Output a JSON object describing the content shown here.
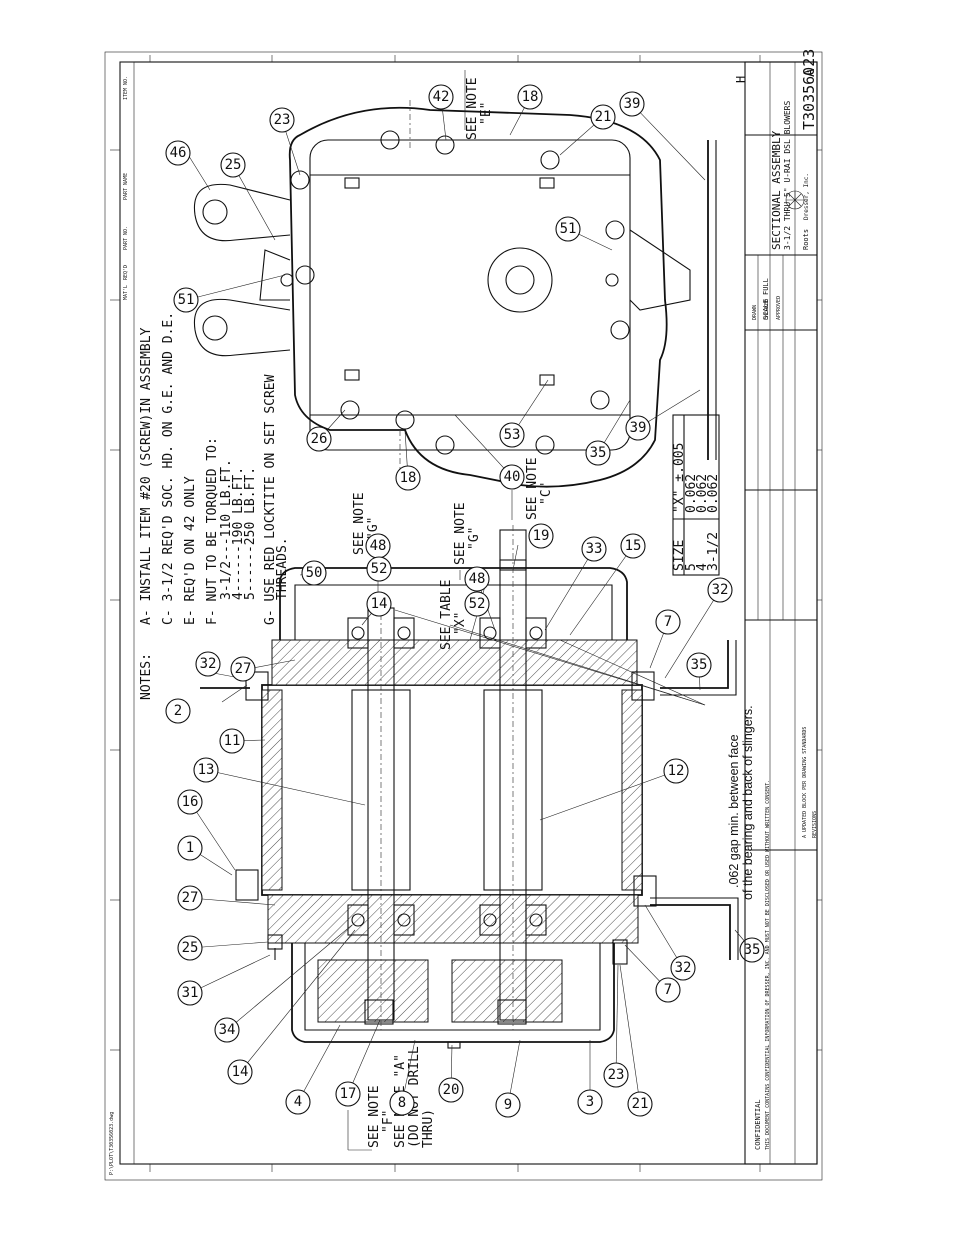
{
  "notes": {
    "heading": "NOTES:",
    "lines": [
      "A- INSTALL ITEM #20 (SCREW)IN ASSEMBLY",
      "C- 3-1/2 REQ'D SOC. HD. ON G.E. AND D.E.",
      "E- REQ'D ON 42 ONLY",
      "F- NUT TO BE TORQUED TO:",
      "3-1/2---110 LB.FT.",
      "4------190 LB.FT.",
      "5------250 LB.FT.",
      "G- USE RED LOCKTITE ON SET SCREW",
      "THREADS."
    ]
  },
  "size_table": {
    "headers": [
      "SIZE",
      "\"X\" ±.005"
    ],
    "rows": [
      [
        "5",
        "0.062"
      ],
      [
        "4",
        "0.062"
      ],
      [
        "3-1/2",
        "0.062"
      ]
    ]
  },
  "callouts": {
    "see_note_e": "SEE NOTE",
    "see_note_e_letter": "\"E\"",
    "see_note_g1": "SEE NOTE",
    "see_note_g1_letter": "\"G\"",
    "see_note_g2": "SEE NOTE",
    "see_note_g2_letter": "\"G\"",
    "see_note_c": "SEE NOTE",
    "see_note_c_letter": "\"C\"",
    "see_table": "SEE TABLE",
    "see_table_letter": "\"X\"",
    "see_note_f": "SEE NOTE",
    "see_note_f_letter": "\"F\"",
    "see_note_a_1": "SEE NOTE \"A\"",
    "see_note_a_2": "(DO NOT DRILL",
    "see_note_a_3": "THRU)"
  },
  "annotation": {
    "line1": ".062 gap min. between face",
    "line2": "of the bearing and back of slingers."
  },
  "balloons": [
    "42",
    "18",
    "21",
    "39",
    "23",
    "46",
    "25",
    "51",
    "51",
    "26",
    "18",
    "40",
    "53",
    "35",
    "39",
    "50",
    "48",
    "52",
    "14",
    "19",
    "33",
    "15",
    "7",
    "32",
    "35",
    "48",
    "52",
    "2",
    "32",
    "27",
    "11",
    "13",
    "12",
    "16",
    "1",
    "27",
    "25",
    "31",
    "34",
    "14",
    "17",
    "4",
    "8",
    "20",
    "9",
    "3",
    "23",
    "21",
    "7",
    "32",
    "35"
  ],
  "title_block": {
    "title_1": "SECTIONAL ASSEMBLY",
    "title_2": "3-1/2 THRU 5\" U-RAI DSL BLOWERS",
    "drawing_number": "T30356023",
    "revision": "A",
    "sheet_letter": "H",
    "company": "Roots",
    "company_sub": "Dresser, Inc.",
    "confidential_heading": "CONFIDENTIAL",
    "confidential_body": "THIS DOCUMENT CONTAINS CONFIDENTIAL INFORMATION OF DRESSER, INC. AND MUST NOT BE DISCLOSED OR USED WITHOUT WRITTEN CONSENT.",
    "revision_note": "A  UPDATED BLOCK PER DRAWING STANDARDS",
    "revisions_label": "REVISIONS",
    "drawn_label": "DRAWN",
    "checked_label": "CHECKED",
    "approved_label": "APPROVED",
    "scale_label": "SCALE",
    "scale_value": "FULL",
    "file_path": "P:\\PLOT\\T30356023.dwg"
  },
  "parts_list_header": [
    "ITEM NO.",
    "PART NAME",
    "PART NO.",
    "REQ'D",
    "MAT'L"
  ]
}
